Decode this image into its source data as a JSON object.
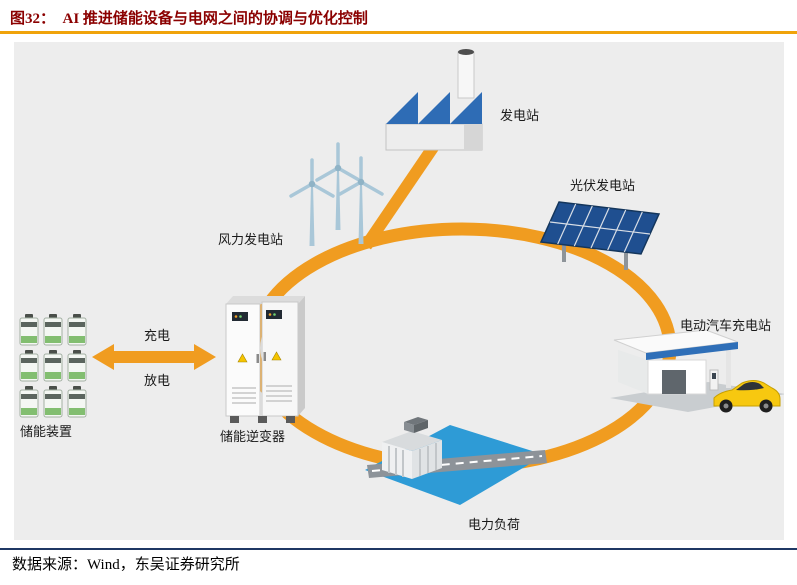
{
  "figure": {
    "title": "图32：  AI 推进储能设备与电网之间的协调与优化控制",
    "source": "数据来源：Wind，东吴证券研究所"
  },
  "diagram": {
    "nodes": {
      "power_plant": "发电站",
      "solar_station": "光伏发电站",
      "ev_charging_station": "电动汽车充电站",
      "power_load": "电力负荷",
      "wind_station": "风力发电站",
      "storage_inverter": "储能逆变器",
      "storage_device": "储能装置"
    },
    "flows": {
      "charge": "充电",
      "discharge": "放电"
    }
  },
  "colors": {
    "title_red": "#8B0000",
    "accent_orange": "#F0A30A",
    "ring_orange": "#F09C20",
    "panel_gray": "#EDEDED",
    "factory_roof_blue": "#2E6CB5",
    "solar_blue": "#1F4F90",
    "load_blue": "#2E9BD6",
    "car_yellow": "#F7C810",
    "bottom_rule_navy": "#1F3864"
  }
}
